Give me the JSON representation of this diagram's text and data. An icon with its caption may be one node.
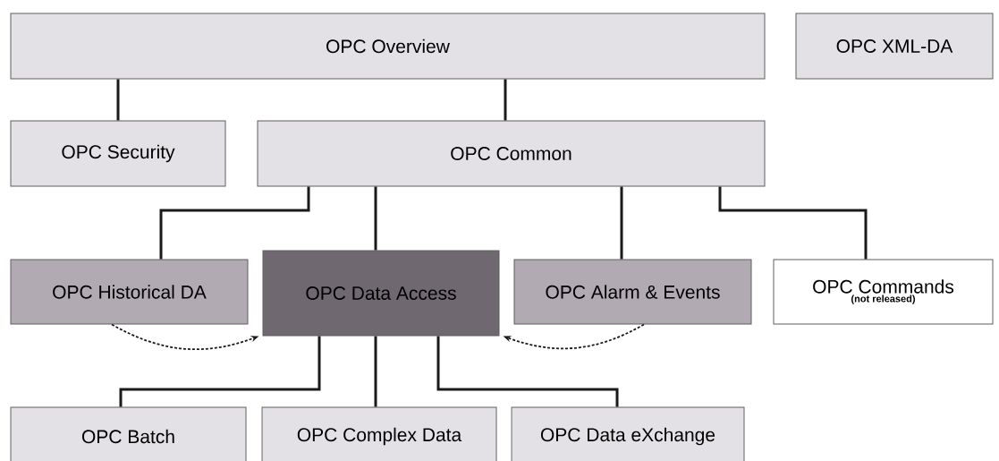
{
  "diagram": {
    "nodes": [
      {
        "text": [
          "OPC Overview"
        ]
      },
      {
        "text": [
          "OPC XML-DA"
        ]
      },
      {
        "text": [
          "OPC Security"
        ]
      },
      {
        "text": [
          "OPC Common"
        ]
      },
      {
        "text": [
          "OPC Historical DA"
        ]
      },
      {
        "text": [
          "OPC Data Access"
        ]
      },
      {
        "text": [
          "OPC Alarm & Events"
        ]
      },
      {
        "text": [
          "OPC Commands",
          "(not released)"
        ]
      },
      {
        "text": [
          "OPC Batch"
        ]
      },
      {
        "text": [
          "OPC Complex Data"
        ]
      },
      {
        "text": [
          "OPC Data eXchange"
        ]
      }
    ],
    "edges": [
      {
        "from": 0,
        "to": 2,
        "arrow": "none"
      },
      {
        "from": 0,
        "to": 3,
        "arrow": "none"
      },
      {
        "from": 3,
        "to": 4,
        "arrow": "none"
      },
      {
        "from": 3,
        "to": 5,
        "arrow": "none"
      },
      {
        "from": 3,
        "to": 6,
        "arrow": "none"
      },
      {
        "from": 3,
        "to": 7,
        "arrow": "none"
      },
      {
        "from": 5,
        "to": 8,
        "arrow": "none"
      },
      {
        "from": 5,
        "to": 9,
        "arrow": "none"
      },
      {
        "from": 5,
        "to": 10,
        "arrow": "none"
      },
      {
        "from": 4,
        "to": 5,
        "arrow": "to",
        "style": "dashed"
      },
      {
        "from": 6,
        "to": 5,
        "arrow": "to",
        "style": "dashed"
      }
    ]
  }
}
